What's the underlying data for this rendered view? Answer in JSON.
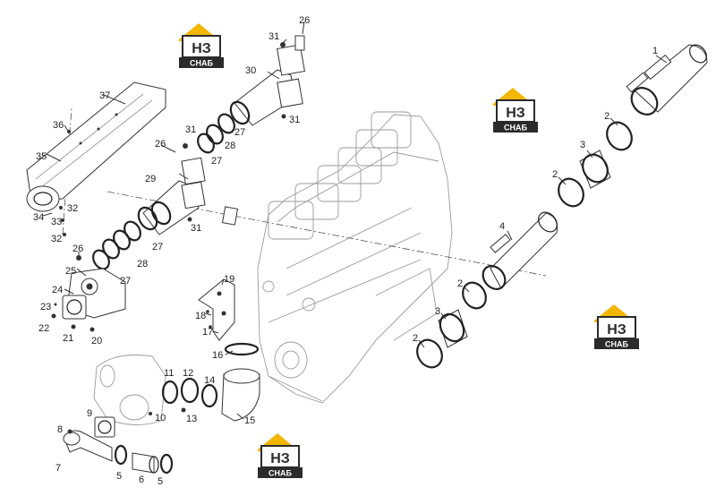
{
  "logo": {
    "mark": "НЗ",
    "caption": "СНАБ",
    "roof_color": "#f2b705",
    "dark_color": "#2b2b2b"
  },
  "callouts": [
    {
      "id": "c1",
      "text": "1"
    },
    {
      "id": "c2a",
      "text": "2"
    },
    {
      "id": "c2b",
      "text": "2"
    },
    {
      "id": "c2c",
      "text": "2"
    },
    {
      "id": "c2d",
      "text": "2"
    },
    {
      "id": "c3a",
      "text": "3"
    },
    {
      "id": "c3b",
      "text": "3"
    },
    {
      "id": "c4",
      "text": "4"
    },
    {
      "id": "c5a",
      "text": "5"
    },
    {
      "id": "c5b",
      "text": "5"
    },
    {
      "id": "c6",
      "text": "6"
    },
    {
      "id": "c7",
      "text": "7"
    },
    {
      "id": "c8",
      "text": "8"
    },
    {
      "id": "c9",
      "text": "9"
    },
    {
      "id": "c10",
      "text": "10"
    },
    {
      "id": "c11",
      "text": "11"
    },
    {
      "id": "c12",
      "text": "12"
    },
    {
      "id": "c13",
      "text": "13"
    },
    {
      "id": "c14",
      "text": "14"
    },
    {
      "id": "c15",
      "text": "15"
    },
    {
      "id": "c16",
      "text": "16"
    },
    {
      "id": "c17",
      "text": "17"
    },
    {
      "id": "c18",
      "text": "18"
    },
    {
      "id": "c19",
      "text": "19"
    },
    {
      "id": "c20",
      "text": "20"
    },
    {
      "id": "c21",
      "text": "21"
    },
    {
      "id": "c22",
      "text": "22"
    },
    {
      "id": "c23",
      "text": "23"
    },
    {
      "id": "c24",
      "text": "24"
    },
    {
      "id": "c25",
      "text": "25"
    },
    {
      "id": "c26a",
      "text": "26"
    },
    {
      "id": "c26b",
      "text": "26"
    },
    {
      "id": "c26c",
      "text": "26"
    },
    {
      "id": "c27a",
      "text": "27"
    },
    {
      "id": "c27b",
      "text": "27"
    },
    {
      "id": "c27c",
      "text": "27"
    },
    {
      "id": "c27d",
      "text": "27"
    },
    {
      "id": "c28a",
      "text": "28"
    },
    {
      "id": "c28b",
      "text": "28"
    },
    {
      "id": "c29",
      "text": "29"
    },
    {
      "id": "c30",
      "text": "30"
    },
    {
      "id": "c31a",
      "text": "31"
    },
    {
      "id": "c31b",
      "text": "31"
    },
    {
      "id": "c31c",
      "text": "31"
    },
    {
      "id": "c31d",
      "text": "31"
    },
    {
      "id": "c32a",
      "text": "32"
    },
    {
      "id": "c32b",
      "text": "32"
    },
    {
      "id": "c33",
      "text": "33"
    },
    {
      "id": "c34",
      "text": "34"
    },
    {
      "id": "c35",
      "text": "35"
    },
    {
      "id": "c36",
      "text": "36"
    },
    {
      "id": "c37",
      "text": "37"
    }
  ]
}
